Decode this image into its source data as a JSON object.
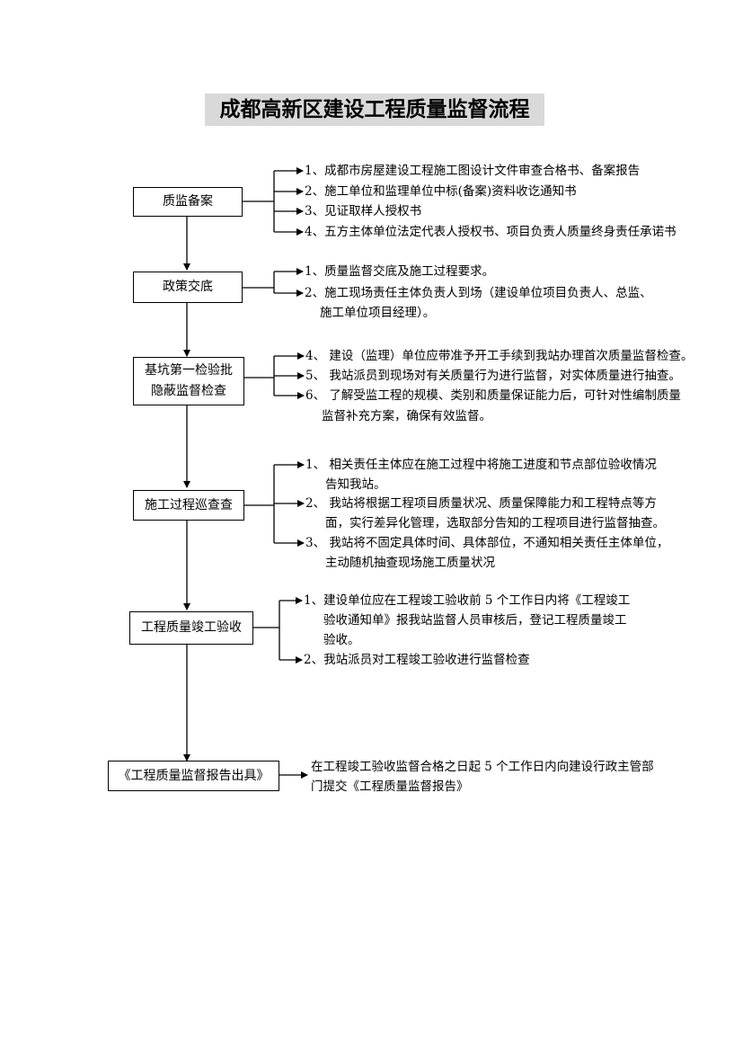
{
  "title": "成都高新区建设工程质量监督流程",
  "steps": [
    {
      "label": "质监备案",
      "notes": [
        "1、成都市房屋建设工程施工图设计文件审查合格书、备案报告",
        "2、施工单位和监理单位中标(备案)资料收讫通知书",
        "3、见证取样人授权书",
        "4、五方主体单位法定代表人授权书、项目负责人质量终身责任承诺书"
      ]
    },
    {
      "label": "政策交底",
      "notes": [
        "1、质量监督交底及施工过程要求。",
        "2、施工现场责任主体负责人到场（建设单位项目负责人、总监、",
        "施工单位项目经理）。"
      ]
    },
    {
      "label_lines": [
        "基坑第一检验批",
        "隐蔽监督检查"
      ],
      "notes": [
        "4、 建设（监理）单位应带准予开工手续到我站办理首次质量监督检查。",
        "5、 我站派员到现场对有关质量行为进行监督，对实体质量进行抽查。",
        "6、 了解受监工程的规模、类别和质量保证能力后，可针对性编制质量",
        "监督补充方案，确保有效监督。"
      ]
    },
    {
      "label": "施工过程巡查查",
      "notes": [
        "1、 相关责任主体应在施工过程中将施工进度和节点部位验收情况",
        "告知我站。",
        "2、 我站将根据工程项目质量状况、质量保障能力和工程特点等方",
        "面，实行差异化管理，选取部分告知的工程项目进行监督抽查。",
        "3、 我站将不固定具体时间、具体部位，不通知相关责任主体单位，",
        "主动随机抽查现场施工质量状况"
      ]
    },
    {
      "label": "工程质量竣工验收",
      "notes": [
        "1、建设单位应在工程竣工验收前 5 个工作日内将《工程竣工",
        "验收通知单》报我站监督人员审核后，登记工程质量竣工",
        "验收。",
        "2、我站派员对工程竣工验收进行监督检查"
      ]
    },
    {
      "label": "《工程质量监督报告出具》",
      "notes": [
        "在工程竣工验收监督合格之日起 5 个工作日内向建设行政主管部",
        "门提交《工程质量监督报告》"
      ]
    }
  ]
}
